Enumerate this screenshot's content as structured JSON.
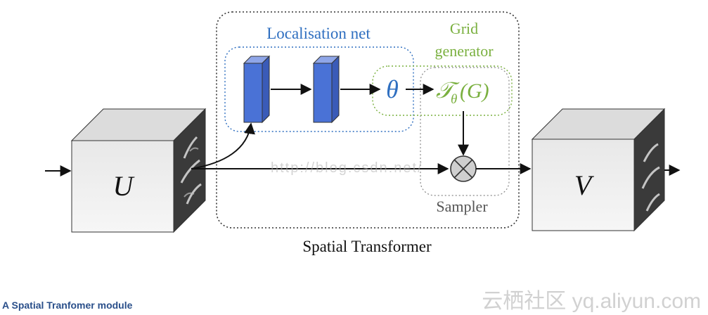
{
  "diagram": {
    "title": "Spatial Transformer",
    "localisation_label": "Localisation net",
    "grid_label_line1": "Grid",
    "grid_label_line2": "generator",
    "sampler_label": "Sampler",
    "theta_symbol": "θ",
    "transform_symbol": "𝒯",
    "transform_subscript": "θ",
    "transform_argument": "(G)",
    "input_label": "U",
    "output_label": "V"
  },
  "caption": "A Spatial Tranfomer module",
  "watermarks": {
    "center": "http://blog.csdn.net/",
    "bottom_right": "云栖社区 yq.aliyun.com"
  },
  "colors": {
    "localisation": "#2f6fc0",
    "grid": "#7ab03f",
    "net_blocks": "#4a72d6",
    "caption": "#2a4f8a",
    "outline": "#333333"
  }
}
